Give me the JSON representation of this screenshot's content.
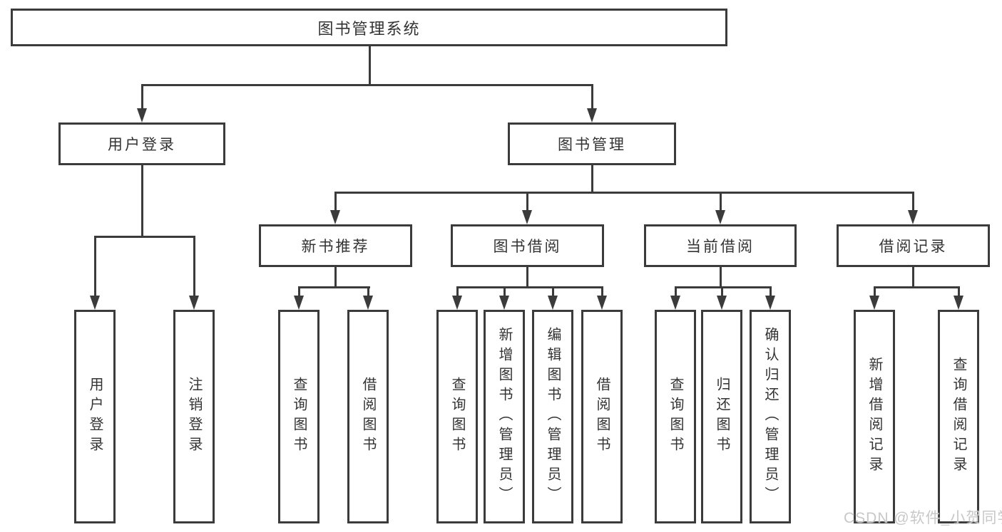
{
  "diagram_type": "hierarchy-tree",
  "tree": {
    "label": "图书管理系统",
    "children": [
      {
        "label": "用户登录",
        "children": [
          {
            "label": "用户登录"
          },
          {
            "label": "注销登录"
          }
        ]
      },
      {
        "label": "图书管理",
        "children": [
          {
            "label": "新书推荐",
            "children": [
              {
                "label": "查询图书"
              },
              {
                "label": "借阅图书"
              }
            ]
          },
          {
            "label": "图书借阅",
            "children": [
              {
                "label": "查询图书"
              },
              {
                "label": "新增图书（管理员）"
              },
              {
                "label": "编辑图书（管理员）"
              },
              {
                "label": "借阅图书"
              }
            ]
          },
          {
            "label": "当前借阅",
            "children": [
              {
                "label": "查询图书"
              },
              {
                "label": "归还图书"
              },
              {
                "label": "确认归还（管理员）"
              }
            ]
          },
          {
            "label": "借阅记录",
            "children": [
              {
                "label": "新增借阅记录"
              },
              {
                "label": "查询借阅记录"
              }
            ]
          }
        ]
      }
    ]
  },
  "watermark": "CSDN @软件_小贺同学",
  "colors": {
    "line": "#3b3b3b",
    "text": "#333333",
    "watermark": "#c8c8c8",
    "background": "#ffffff"
  }
}
